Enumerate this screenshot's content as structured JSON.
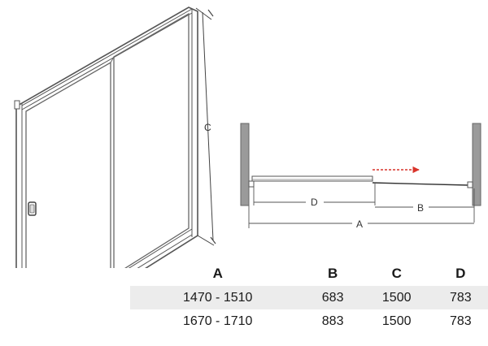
{
  "diagram": {
    "side_labels": {
      "height": "C"
    },
    "plan_labels": {
      "d": "D",
      "b": "B",
      "a": "A"
    },
    "colors": {
      "frame": "#555555",
      "panel": "#9a9a9a",
      "arrow": "#d9342b",
      "row_shade": "#ececec"
    }
  },
  "table": {
    "headers": [
      "A",
      "B",
      "C",
      "D"
    ],
    "rows": [
      [
        "1470 - 1510",
        "683",
        "1500",
        "783"
      ],
      [
        "1670 - 1710",
        "883",
        "1500",
        "783"
      ]
    ]
  }
}
